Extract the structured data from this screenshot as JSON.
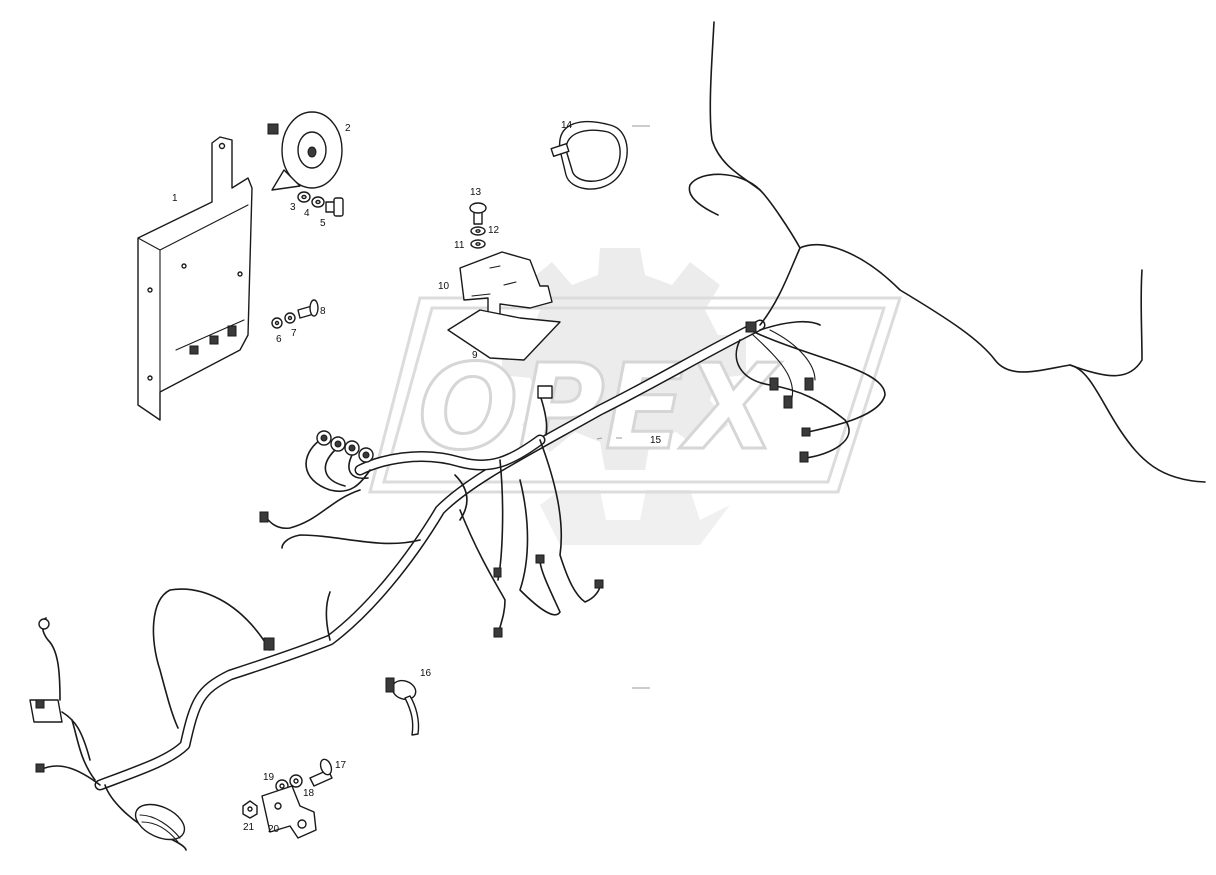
{
  "watermark": {
    "text": "OPEX"
  },
  "callouts": {
    "c1": "1",
    "c2": "2",
    "c3": "3",
    "c4": "4",
    "c5": "5",
    "c6": "6",
    "c7": "7",
    "c8": "8",
    "c9": "9",
    "c10": "10",
    "c11": "11",
    "c12": "12",
    "c13": "13",
    "c14": "14",
    "c15": "15",
    "c16": "16",
    "c17": "17",
    "c18": "18",
    "c19": "19",
    "c20": "20",
    "c21": "21"
  }
}
